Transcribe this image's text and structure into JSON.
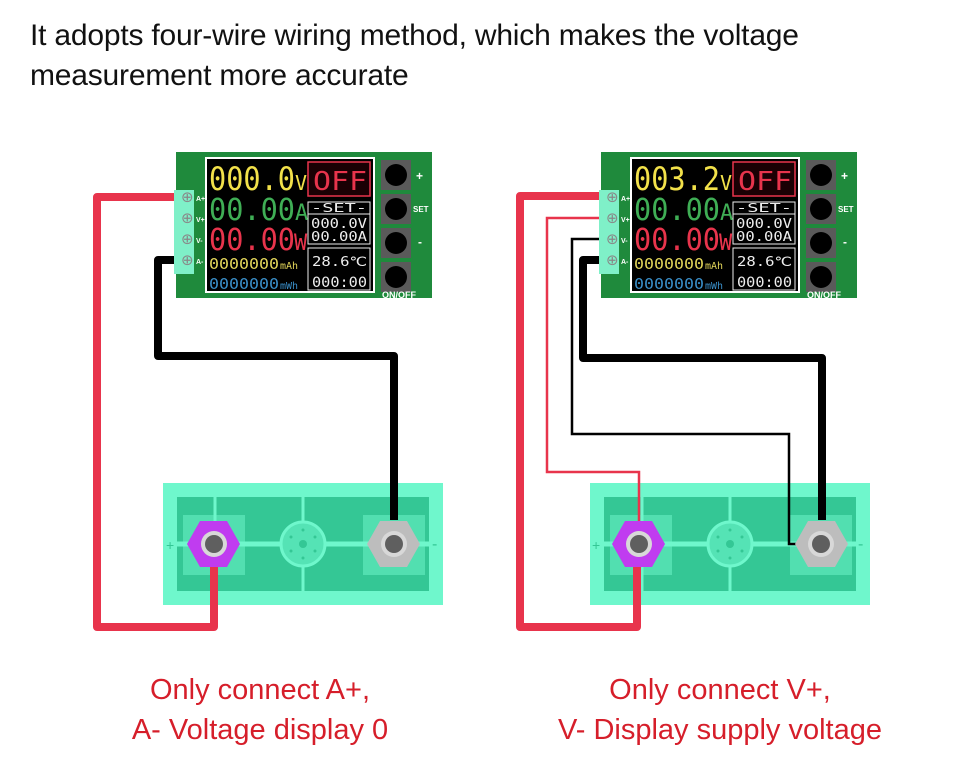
{
  "title": {
    "line1": "It adopts four-wire wiring method, which makes the voltage",
    "line2": "measurement more accurate"
  },
  "diagrams": [
    {
      "id": "left",
      "connection": "A+/A- only",
      "caption_line1": "Only connect A+,",
      "caption_line2": "A- Voltage display 0",
      "display": {
        "voltage": "000.0",
        "voltage_unit": "V",
        "current": "00.00",
        "current_unit": "A",
        "power": "00.00",
        "power_unit": "W",
        "capacity": "0000000",
        "capacity_unit": "mAh",
        "energy": "0000000",
        "energy_unit": "mWh",
        "status": "OFF",
        "set_label": "-SET-",
        "set_voltage": "000.0V",
        "set_current": "00.00A",
        "temperature": "28.6℃",
        "timer": "000:00"
      }
    },
    {
      "id": "right",
      "connection": "A+/A- and V+/V-",
      "caption_line1": "Only connect V+,",
      "caption_line2": "V- Display supply voltage",
      "display": {
        "voltage": "003.2",
        "voltage_unit": "V",
        "current": "00.00",
        "current_unit": "A",
        "power": "00.00",
        "power_unit": "W",
        "capacity": "0000000",
        "capacity_unit": "mAh",
        "energy": "0000000",
        "energy_unit": "mWh",
        "status": "OFF",
        "set_label": "-SET-",
        "set_voltage": "000.0V",
        "set_current": "00.00A",
        "temperature": "28.6℃",
        "timer": "000:00"
      }
    }
  ],
  "terminal_labels": [
    "A+",
    "V+",
    "V-",
    "A-"
  ],
  "button_labels": {
    "plus": "+",
    "set": "SET",
    "minus": "-",
    "power": "ON/OFF"
  },
  "battery_labels": {
    "positive": "+",
    "negative": "-"
  },
  "colors": {
    "pcb": "#1f8a3c",
    "lcd_bg": "#000000",
    "voltage": "#f2e14a",
    "current": "#3fae55",
    "power": "#e8344c",
    "capacity": "#e3d65a",
    "energy": "#3a8fc9",
    "status": "#e8344c",
    "wire_red": "#e8344c",
    "wire_black": "#000000",
    "battery_outer": "#6ff7cc",
    "battery_inner": "#34c795",
    "positive_nut": "#c03cf0",
    "negative_nut": "#b9b9b9",
    "caption": "#d61e2a"
  }
}
